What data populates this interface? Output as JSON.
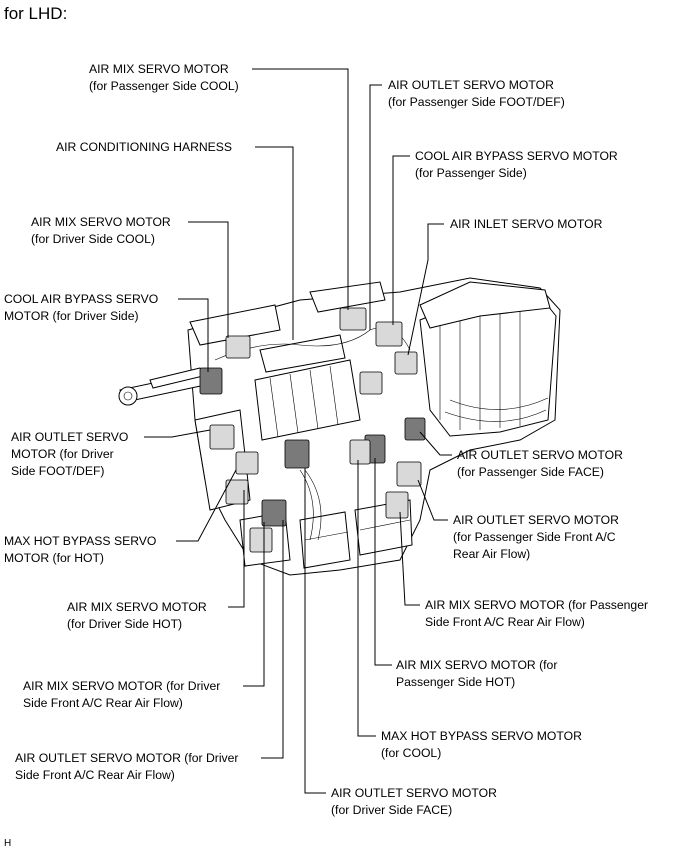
{
  "title": "for LHD:",
  "figure_code": "H",
  "labels": {
    "am_psg_cool": "AIR MIX SERVO MOTOR\n(for Passenger Side COOL)",
    "ao_psg_footdef": "AIR OUTLET SERVO MOTOR\n(for Passenger Side FOOT/DEF)",
    "ac_harness": "AIR CONDITIONING HARNESS",
    "cab_psg": "COOL AIR BYPASS SERVO MOTOR\n(for Passenger Side)",
    "am_drv_cool": "AIR MIX SERVO MOTOR\n(for Driver Side COOL)",
    "air_inlet": "AIR INLET SERVO MOTOR",
    "cab_drv": "COOL AIR BYPASS SERVO\nMOTOR (for Driver Side)",
    "ao_drv_footdef": "AIR OUTLET SERVO\nMOTOR (for Driver\nSide FOOT/DEF)",
    "ao_psg_face": "AIR OUTLET SERVO MOTOR\n(for Passenger Side FACE)",
    "maxhot_hot": "MAX HOT BYPASS SERVO\nMOTOR (for HOT)",
    "ao_psg_rear": "AIR OUTLET SERVO MOTOR\n(for Passenger Side Front A/C\nRear Air Flow)",
    "am_drv_hot": "AIR MIX SERVO MOTOR\n(for Driver Side HOT)",
    "am_psg_rear": "AIR MIX SERVO MOTOR (for Passenger\nSide Front A/C Rear Air Flow)",
    "am_psg_hot": "AIR MIX SERVO MOTOR (for\nPassenger Side HOT)",
    "am_drv_rear": "AIR MIX SERVO MOTOR (for Driver\nSide Front A/C Rear Air Flow)",
    "maxhot_cool": "MAX HOT BYPASS SERVO MOTOR\n(for COOL)",
    "ao_drv_rear": "AIR OUTLET SERVO MOTOR (for Driver\nSide Front A/C Rear Air Flow)",
    "ao_drv_face": "AIR OUTLET SERVO MOTOR\n(for Driver Side FACE)"
  }
}
